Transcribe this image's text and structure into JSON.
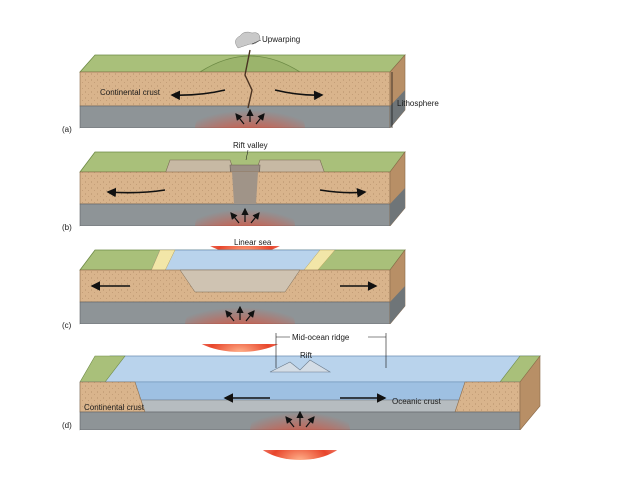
{
  "colors": {
    "grass": "#a9c07a",
    "grass_dark": "#7f9a55",
    "crust": "#d9b48c",
    "crust_dark": "#b88f66",
    "mantle": "#8e9497",
    "mantle_dark": "#6f7578",
    "magma": "#e0402a",
    "sea": "#b9d3ec",
    "sea_dark": "#7fa7cf",
    "sand": "#f2e6a8"
  },
  "panels": {
    "a": {
      "tag": "(a)",
      "labels": {
        "upwarping": "Upwarping",
        "continental_crust": "Continental crust",
        "lithosphere": "Lithosphere"
      }
    },
    "b": {
      "tag": "(b)",
      "labels": {
        "rift_valley": "Rift valley"
      }
    },
    "c": {
      "tag": "(c)",
      "labels": {
        "linear_sea": "Linear sea"
      }
    },
    "d": {
      "tag": "(d)",
      "labels": {
        "mid_ocean_ridge": "Mid-ocean ridge",
        "rift": "Rift",
        "continental_crust": "Continental crust",
        "oceanic_crust": "Oceanic crust"
      }
    }
  }
}
